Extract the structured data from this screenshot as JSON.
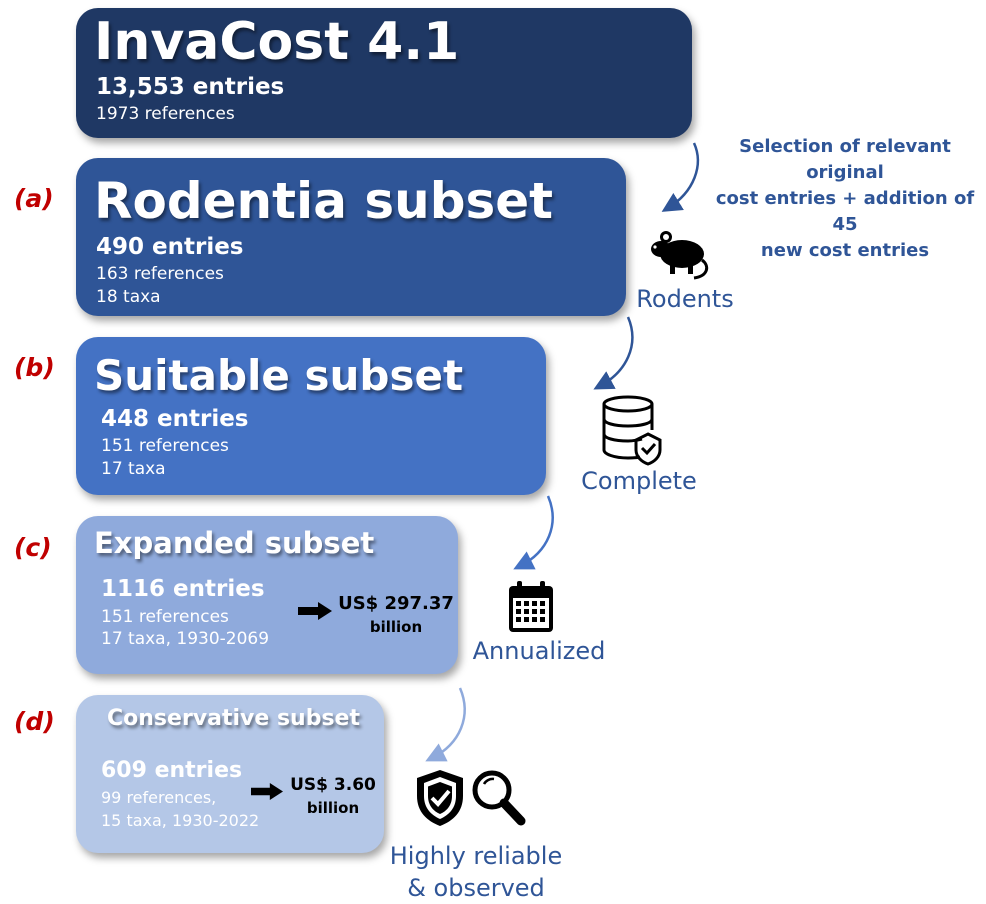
{
  "boxes": {
    "invacost": {
      "title": "InvaCost 4.1",
      "entries": "13,553 entries",
      "references": "1973 references",
      "color": "#1f3864"
    },
    "rodentia": {
      "title": "Rodentia subset",
      "entries": "490 entries",
      "references": "163 references",
      "taxa": "18 taxa",
      "color": "#2f5597"
    },
    "suitable": {
      "title": "Suitable subset",
      "entries": "448 entries",
      "references": "151 references",
      "taxa": "17 taxa",
      "color": "#4472c4"
    },
    "expanded": {
      "title": "Expanded subset",
      "entries": "1116 entries",
      "references": "151 references",
      "taxa": "17 taxa, 1930-2069",
      "cost_value": "US$ 297.37",
      "cost_unit": "billion",
      "color": "#8faadc"
    },
    "conservative": {
      "title": "Conservative subset",
      "entries": "609 entries",
      "references": "99 references,",
      "taxa": "15 taxa, 1930-2022",
      "cost_value": "US$ 3.60",
      "cost_unit": "billion",
      "color": "#b4c7e7"
    }
  },
  "panel_labels": {
    "a": "(a)",
    "b": "(b)",
    "c": "(c)",
    "d": "(d)"
  },
  "annotation": {
    "line1": "Selection of relevant original",
    "line2": "cost entries + addition of 45",
    "line3": "new cost entries"
  },
  "icons": {
    "rodents": {
      "icon": "rodent-icon",
      "label": "Rodents"
    },
    "complete": {
      "icon": "database-check-icon",
      "label": "Complete"
    },
    "annualized": {
      "icon": "calendar-icon",
      "label": "Annualized"
    },
    "reliable": {
      "icon": "shield-check-icon",
      "icon2": "magnifier-icon",
      "line1": "Highly reliable",
      "line2": "& observed"
    }
  },
  "colors": {
    "label_red": "#c00000",
    "text_blue": "#2f5597",
    "arrow_dark": "#2f5597",
    "arrow_light": "#8faadc"
  }
}
